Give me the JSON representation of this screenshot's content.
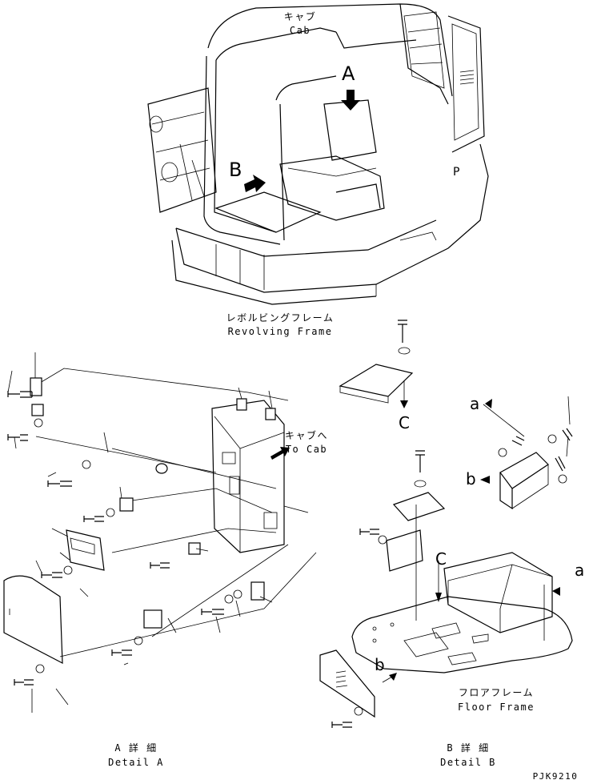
{
  "labels": {
    "cab_jp": "キャブ",
    "cab_en": "Cab",
    "revolving_jp": "レボルビングフレーム",
    "revolving_en": "Revolving Frame",
    "to_cab_jp": "キャブへ",
    "to_cab_en": "To Cab",
    "floor_jp": "フロアフレーム",
    "floor_en": "Floor Frame",
    "detail_a_jp": "A 詳 細",
    "detail_a_en": "Detail A",
    "detail_b_jp": "B 詳 細",
    "detail_b_en": "Detail B",
    "drawing_code": "PJK9210"
  },
  "view_markers": {
    "a_view": "A",
    "b_view": "B",
    "c_arrow": "C",
    "c_lower": "C",
    "a_upper": "a",
    "a_lower": "a",
    "b_left": "b",
    "b_lower": "b",
    "p_mark": "P"
  }
}
